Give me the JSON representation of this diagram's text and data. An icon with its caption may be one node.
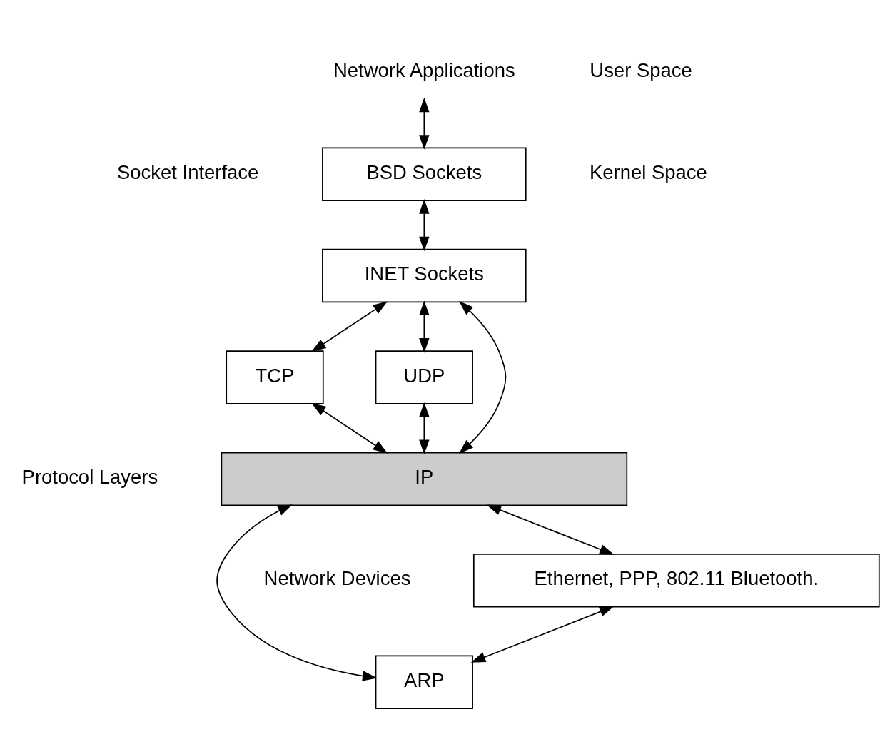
{
  "diagram": {
    "nodes": [
      {
        "text": [
          "Network Applications"
        ]
      },
      {
        "text": [
          "BSD Sockets"
        ]
      },
      {
        "text": [
          "INET Sockets"
        ]
      },
      {
        "text": [
          "TCP"
        ]
      },
      {
        "text": [
          "UDP"
        ]
      },
      {
        "text": [
          "IP"
        ]
      },
      {
        "text": [
          "ARP"
        ]
      },
      {
        "text": [
          "Ethernet, PPP, 802.11 Bluetooth."
        ]
      }
    ],
    "edges": [
      {
        "from": 0,
        "to": 1,
        "arrow": "both"
      },
      {
        "from": 1,
        "to": 2,
        "arrow": "both"
      },
      {
        "from": 2,
        "to": 3,
        "arrow": "both"
      },
      {
        "from": 2,
        "to": 5,
        "arrow": "both"
      },
      {
        "from": 2,
        "to": 4,
        "arrow": "both"
      },
      {
        "from": 3,
        "to": 5,
        "arrow": "both"
      },
      {
        "from": 4,
        "to": 5,
        "arrow": "both"
      },
      {
        "from": 5,
        "to": 7,
        "arrow": "both"
      },
      {
        "from": 5,
        "to": 6,
        "arrow": "both"
      },
      {
        "from": 7,
        "to": 6,
        "arrow": "both"
      }
    ],
    "labels": [
      "User Space",
      "Kernel Space",
      "Socket Interface",
      "Protocol Layers",
      "Network Devices"
    ]
  }
}
